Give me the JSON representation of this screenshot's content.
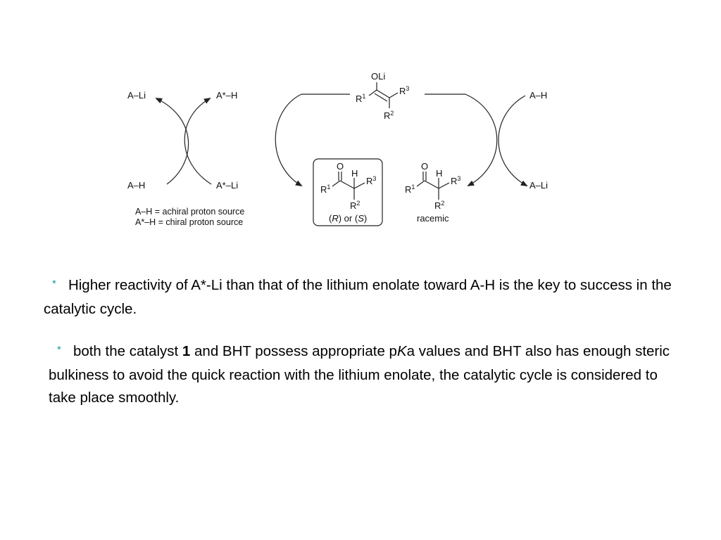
{
  "scheme": {
    "left_cycle": {
      "top_left": "A–Li",
      "bottom_left": "A–H",
      "top_right": "A*–H",
      "bottom_right": "A*–Li"
    },
    "right_cycle": {
      "top": "A–H",
      "bottom": "A–Li"
    },
    "legend": [
      "A–H = achiral proton source",
      "A*–H = chiral proton source"
    ],
    "enolate": {
      "oxygen": "OLi",
      "r1": "R",
      "r1_sup": "1",
      "r3": "R",
      "r3_sup": "3",
      "r2": "R",
      "r2_sup": "2"
    },
    "product_chiral": {
      "o": "O",
      "h": "H",
      "r1": "R",
      "r1_sup": "1",
      "r3": "R",
      "r3_sup": "3",
      "r2": "R",
      "r2_sup": "2",
      "caption_open": "(",
      "caption_r": "R",
      "caption_mid": ") or (",
      "caption_s": "S",
      "caption_close": ")"
    },
    "product_racemic": {
      "o": "O",
      "h": "H",
      "r1": "R",
      "r1_sup": "1",
      "r3": "R",
      "r3_sup": "3",
      "r2": "R",
      "r2_sup": "2",
      "caption": "racemic"
    }
  },
  "notes": {
    "bullet": "*",
    "note1": "Higher reactivity of A*-Li than that of the lithium enolate toward A-H is the key to success in the catalytic cycle.",
    "note2_part1": "both the catalyst ",
    "note2_bold": "1",
    "note2_part2": " and BHT possess appropriate p",
    "note2_italic": "K",
    "note2_part3": "a values and BHT also has enough steric bulkiness to avoid the quick reaction with the lithium enolate, the catalytic cycle is considered to take place smoothly."
  }
}
